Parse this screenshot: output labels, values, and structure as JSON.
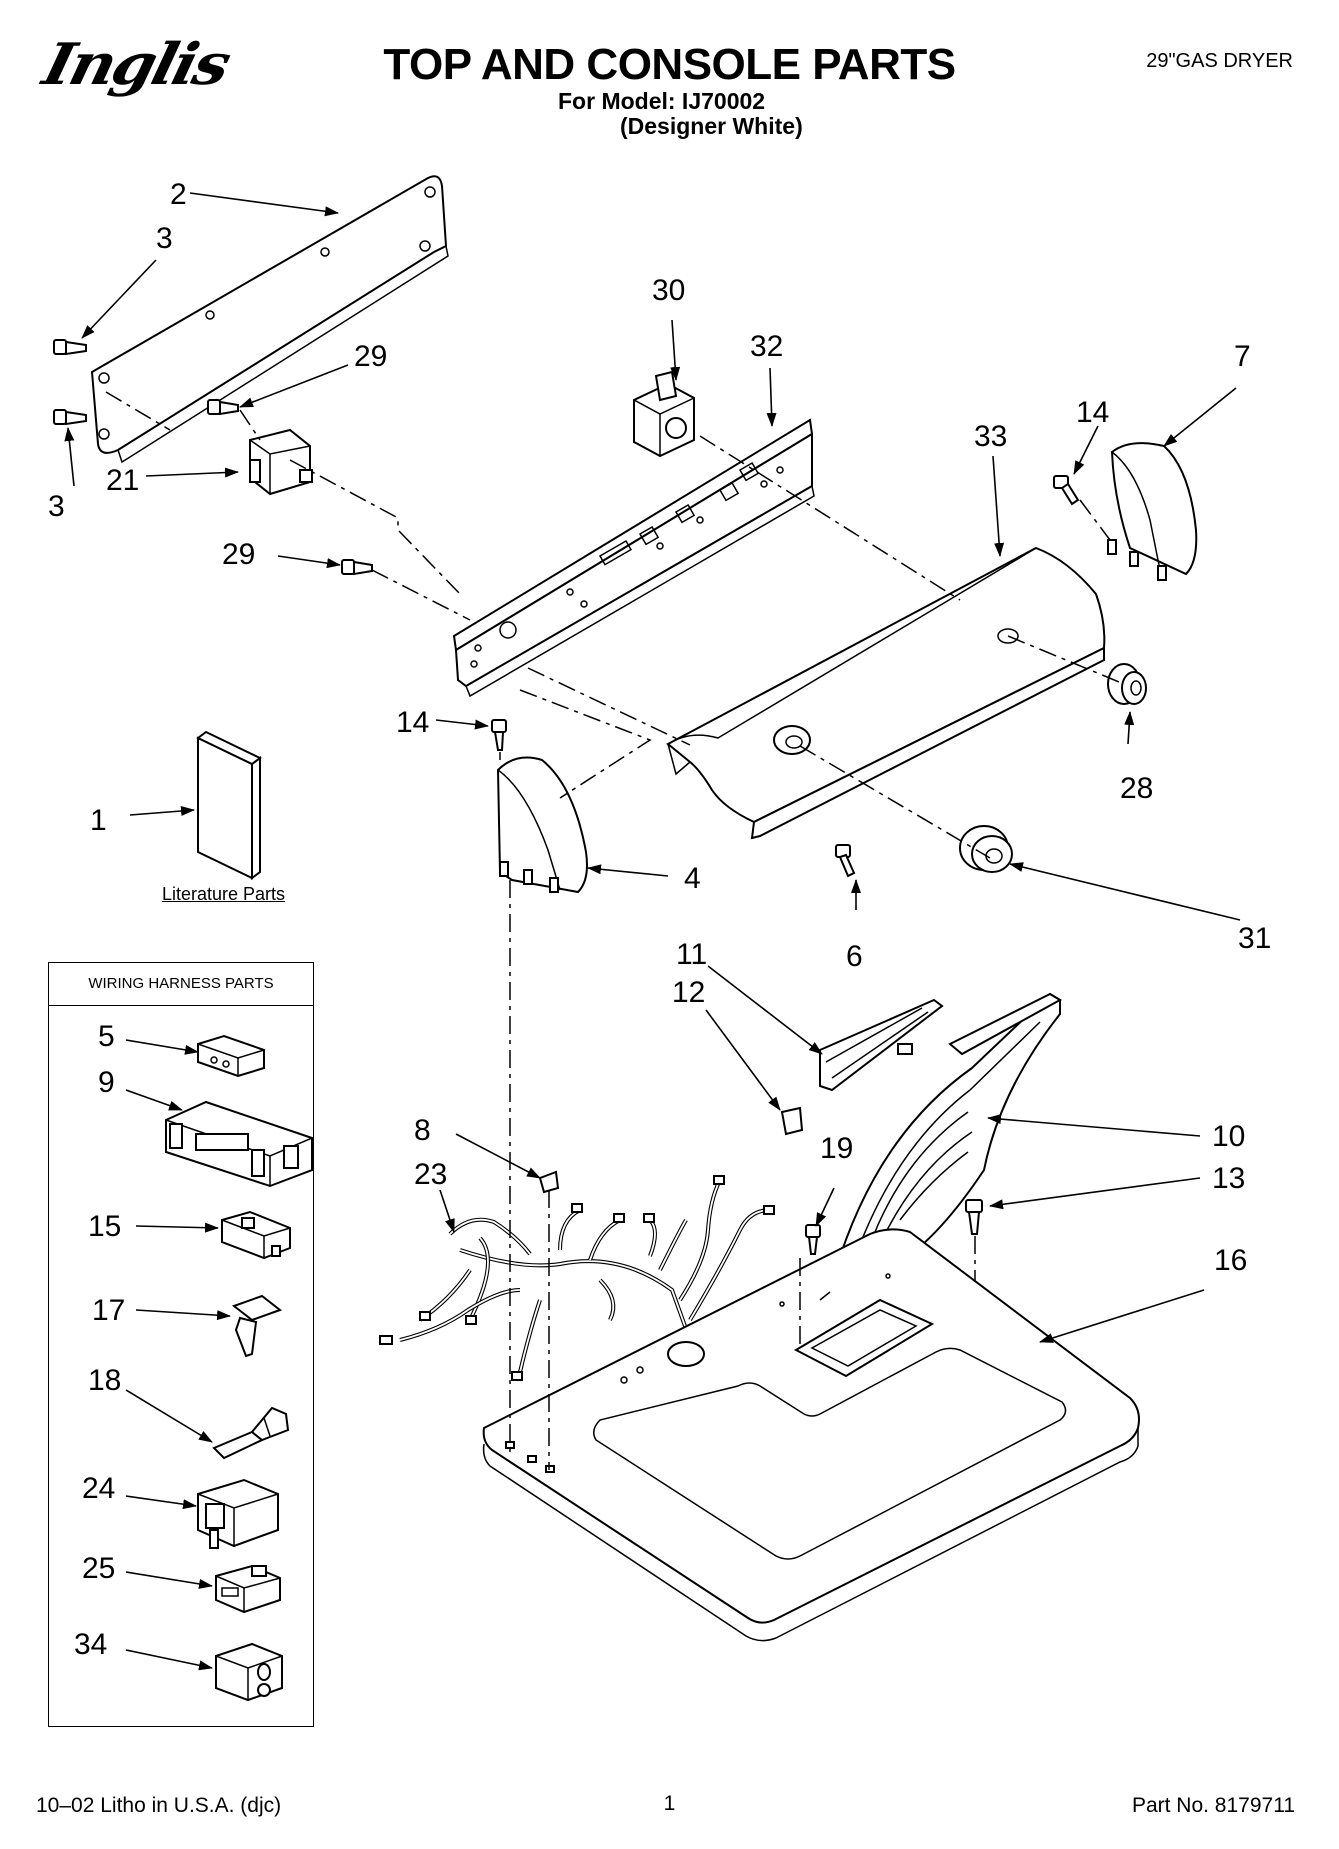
{
  "brand": "Inglis",
  "title": "TOP AND CONSOLE PARTS",
  "model_line1": "For Model: IJ70002",
  "model_line2": "(Designer White)",
  "appliance": "29\"GAS DRYER",
  "literature_label": "Literature Parts",
  "harness_title": "WIRING HARNESS PARTS",
  "callouts": {
    "c1": "1",
    "c2": "2",
    "c3a": "3",
    "c3b": "3",
    "c4": "4",
    "c5": "5",
    "c6": "6",
    "c7": "7",
    "c8": "8",
    "c9": "9",
    "c10": "10",
    "c11": "11",
    "c12": "12",
    "c13": "13",
    "c14a": "14",
    "c14b": "14",
    "c15": "15",
    "c16": "16",
    "c17": "17",
    "c18": "18",
    "c19": "19",
    "c21": "21",
    "c23": "23",
    "c24": "24",
    "c25": "25",
    "c28": "28",
    "c29a": "29",
    "c29b": "29",
    "c30": "30",
    "c31": "31",
    "c32": "32",
    "c33": "33",
    "c34": "34"
  },
  "footer": {
    "left": "10–02 Litho in U.S.A. (djc)",
    "page": "1",
    "part_no": "Part No. 8179711"
  }
}
